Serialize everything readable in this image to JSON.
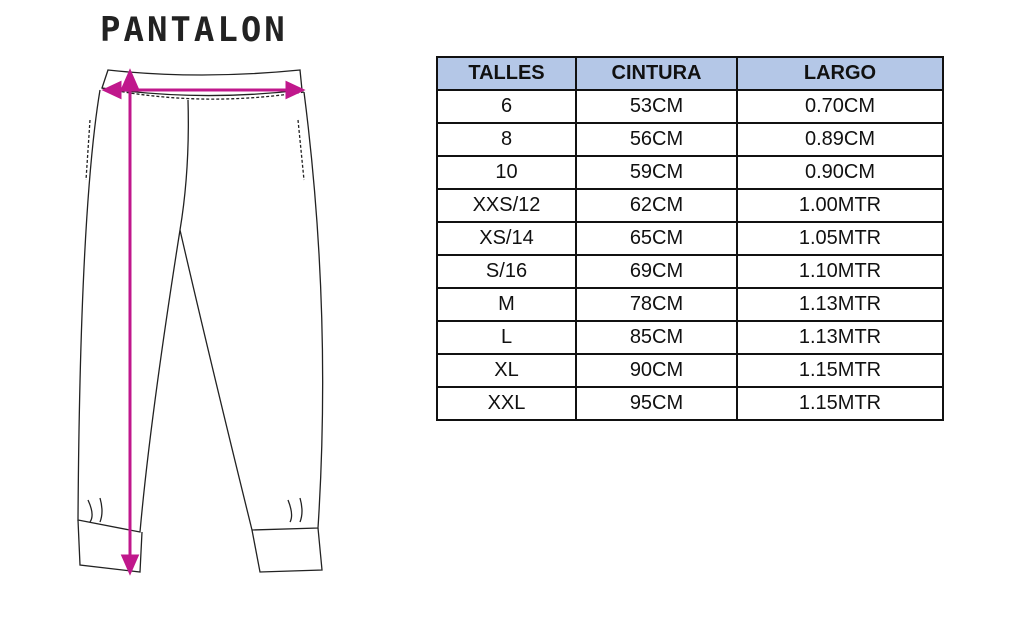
{
  "title": "PANTALON",
  "colors": {
    "header_bg": "#b4c7e7",
    "arrow": "#c0188c"
  },
  "table": {
    "headers": [
      "TALLES",
      "CINTURA",
      "LARGO"
    ],
    "rows": [
      [
        "6",
        "53CM",
        "0.70CM"
      ],
      [
        "8",
        "56CM",
        "0.89CM"
      ],
      [
        "10",
        "59CM",
        "0.90CM"
      ],
      [
        "XXS/12",
        "62CM",
        "1.00MTR"
      ],
      [
        "XS/14",
        "65CM",
        "1.05MTR"
      ],
      [
        "S/16",
        "69CM",
        "1.10MTR"
      ],
      [
        "M",
        "78CM",
        "1.13MTR"
      ],
      [
        "L",
        "85CM",
        "1.13MTR"
      ],
      [
        "XL",
        "90CM",
        "1.15MTR"
      ],
      [
        "XXL",
        "95CM",
        "1.15MTR"
      ]
    ]
  }
}
